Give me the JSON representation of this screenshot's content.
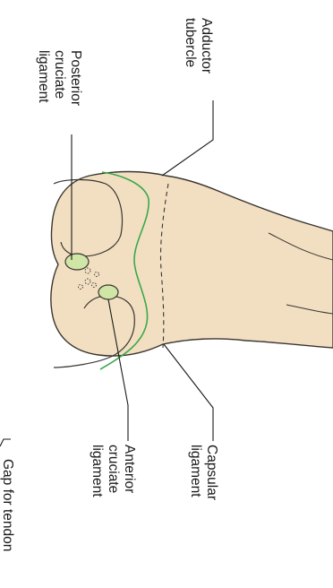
{
  "labels": {
    "adductor_tubercle": [
      "Adductor",
      "tubercle"
    ],
    "posterior_cruciate": [
      "Posterior",
      "cruciate",
      "ligament"
    ],
    "capsular": [
      "Capsular",
      "ligament"
    ],
    "anterior_cruciate": [
      "Anterior",
      "cruciate",
      "ligament"
    ],
    "gap_for_tendon": [
      "Gap for tendon"
    ]
  },
  "colors": {
    "bone_fill": "#f2dfc2",
    "bone_outline": "#3a3530",
    "capsular_line": "#3aa84a",
    "ligament_fill": "#cfe6a6",
    "text": "#1a1a1a"
  }
}
